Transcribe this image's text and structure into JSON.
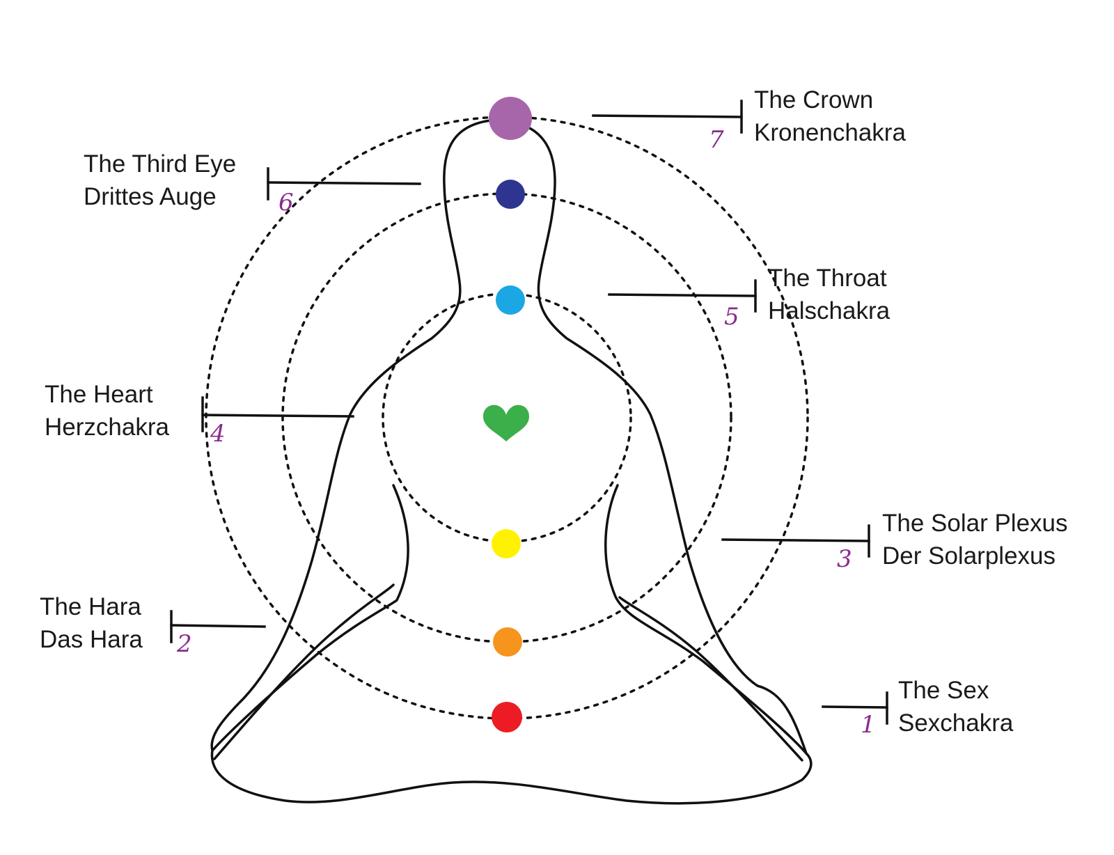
{
  "colors": {
    "crown": "#a866aa",
    "third_eye": "#2e3591",
    "throat": "#1ba7e4",
    "heart": "#3aaf4a",
    "solar_plexus": "#fff200",
    "hara": "#f7941d",
    "sex": "#ed1c24",
    "number": "#8a2b8f",
    "line": "#111111"
  },
  "chakras": [
    {
      "key": "crown",
      "number": "7",
      "en": "The Crown",
      "de": "Kronenchakra"
    },
    {
      "key": "third_eye",
      "number": "6",
      "en": "The Third Eye",
      "de": "Drittes Auge"
    },
    {
      "key": "throat",
      "number": "5",
      "en": "The Throat",
      "de": "Halschakra"
    },
    {
      "key": "heart",
      "number": "4",
      "en": "The Heart",
      "de": "Herzchakra"
    },
    {
      "key": "solar_plexus",
      "number": "3",
      "en": "The Solar Plexus",
      "de": "Der Solarplexus"
    },
    {
      "key": "hara",
      "number": "2",
      "en": "The Hara",
      "de": "Das Hara"
    },
    {
      "key": "sex",
      "number": "1",
      "en": "The Sex",
      "de": "Sexchakra"
    }
  ]
}
